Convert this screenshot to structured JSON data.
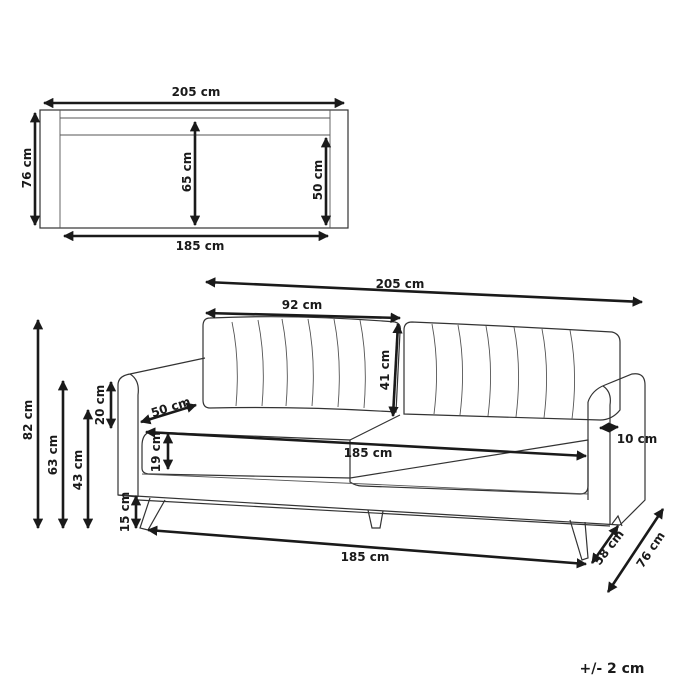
{
  "top_view": {
    "total_width": "205 cm",
    "depth": "76 cm",
    "seat_depth": "65 cm",
    "inner_depth": "50 cm",
    "inner_width": "185 cm"
  },
  "front_view": {
    "total_width": "205 cm",
    "cushion_width": "92 cm",
    "backrest_height": "41 cm",
    "total_height": "82 cm",
    "arm_height": "63 cm",
    "seat_height": "43 cm",
    "arm_above_seat": "20 cm",
    "seat_depth": "50 cm",
    "seat_width": "185 cm",
    "seat_cushion_height": "19 cm",
    "arm_width": "10 cm",
    "leg_height": "15 cm",
    "base_width": "185 cm",
    "inner_depth": "58 cm",
    "total_depth": "76 cm"
  },
  "tolerance": "+/- 2 cm"
}
